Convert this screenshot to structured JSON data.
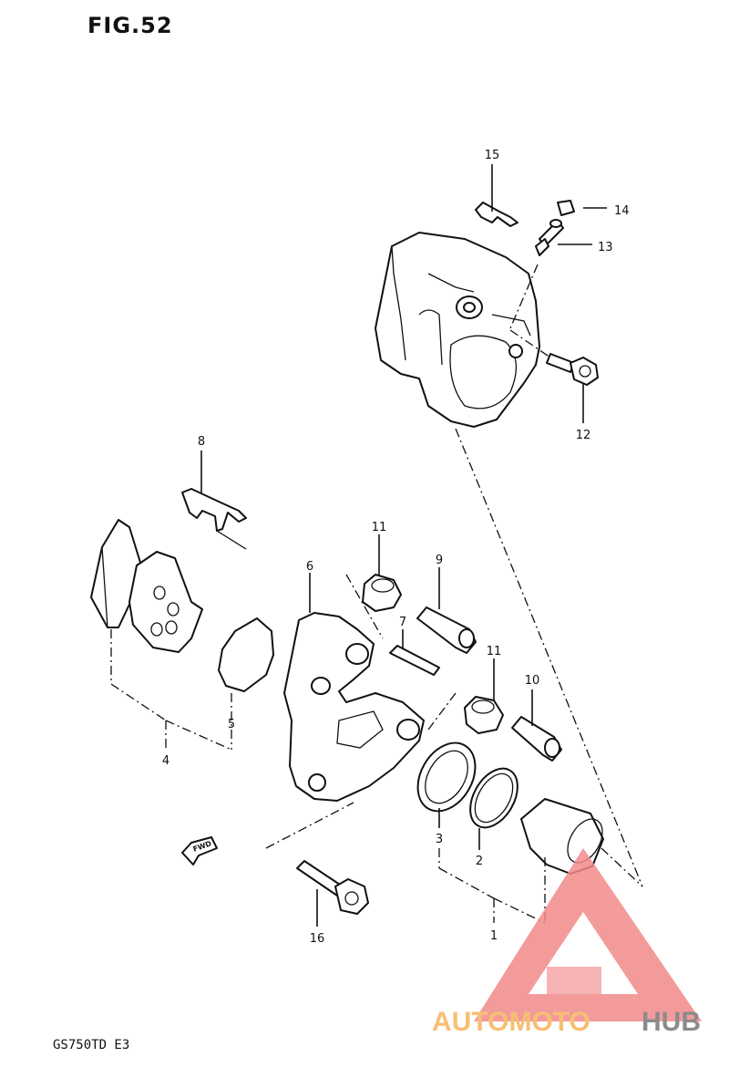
{
  "figure": {
    "title": "FIG.52",
    "model_code": "GS750TD  E3"
  },
  "labels": {
    "p1": "1",
    "p2": "2",
    "p3": "3",
    "p4": "4",
    "p5": "5",
    "p6": "6",
    "p7": "7",
    "p8": "8",
    "p9": "9",
    "p10": "10",
    "p11a": "11",
    "p11b": "11",
    "p12": "12",
    "p13": "13",
    "p14": "14",
    "p15": "15",
    "p16": "16"
  },
  "direction_marker": "FWD",
  "watermark": {
    "text_part1": "AUTOMOTO",
    "text_part2": "HUB",
    "color_primary": "#f28a8a",
    "color_secondary": "#f6b45a",
    "color_dark": "#777777"
  }
}
